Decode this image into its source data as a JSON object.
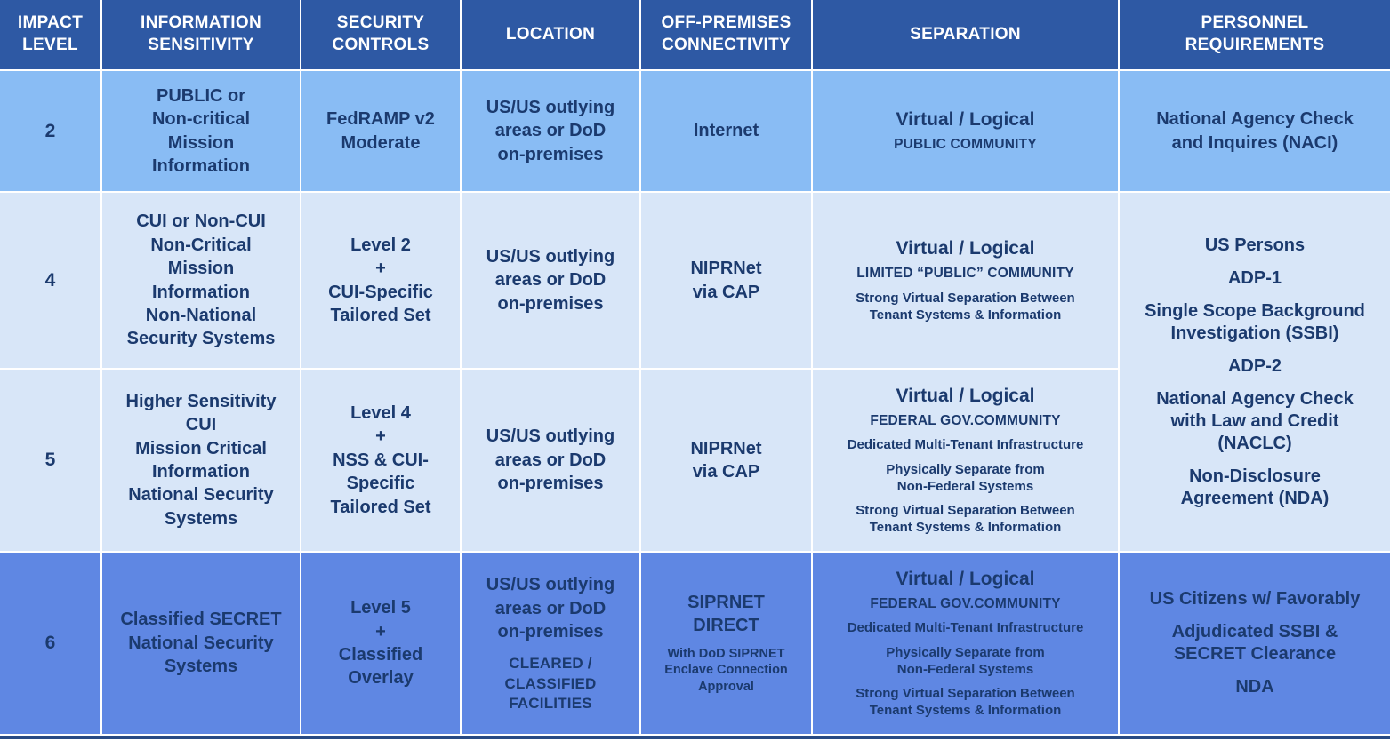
{
  "colors": {
    "header_bg": "#2E59A4",
    "header_text": "#FFFFFF",
    "row_il2_bg": "#89BCF4",
    "row_il45_bg": "#D8E6F8",
    "row_il6_bg": "#5F87E3",
    "cell_text": "#1B3A6E",
    "grid_line": "#FFFFFF",
    "bottom_bar": "#284A85"
  },
  "table": {
    "headers": {
      "impact_level": "IMPACT\nLEVEL",
      "information_sensitivity": "INFORMATION\nSENSITIVITY",
      "security_controls": "SECURITY\nCONTROLS",
      "location": "LOCATION",
      "off_premises_connectivity": "OFF-PREMISES\nCONNECTIVITY",
      "separation": "SEPARATION",
      "personnel_requirements": "PERSONNEL\nREQUIREMENTS"
    },
    "rows": [
      {
        "impact_level": "2",
        "information_sensitivity": "PUBLIC or\nNon-critical\nMission\nInformation",
        "security_controls": "FedRAMP v2\nModerate",
        "location_main": "US/US outlying\nareas or DoD\non-premises",
        "off_premises_main": "Internet",
        "separation": {
          "title": "Virtual / Logical",
          "community": "PUBLIC COMMUNITY"
        },
        "personnel": "National Agency Check\nand Inquires (NACI)"
      },
      {
        "impact_level": "4",
        "information_sensitivity": "CUI or Non-CUI\nNon-Critical\nMission\nInformation\nNon-National\nSecurity Systems",
        "security_controls": "Level 2\n+\nCUI-Specific\nTailored Set",
        "location_main": "US/US outlying\nareas or DoD\non-premises",
        "off_premises_main": "NIPRNet\nvia CAP",
        "separation": {
          "title": "Virtual / Logical",
          "community": "LIMITED “PUBLIC” COMMUNITY",
          "details": [
            "Strong Virtual Separation Between\nTenant Systems & Information"
          ]
        }
      },
      {
        "impact_level": "5",
        "information_sensitivity": "Higher Sensitivity\nCUI\nMission Critical\nInformation\nNational Security\nSystems",
        "security_controls": "Level 4\n+\nNSS & CUI-\nSpecific\nTailored Set",
        "location_main": "US/US outlying\nareas or DoD\non-premises",
        "off_premises_main": "NIPRNet\nvia CAP",
        "separation": {
          "title": "Virtual / Logical",
          "community": "FEDERAL GOV.COMMUNITY",
          "details": [
            "Dedicated Multi-Tenant Infrastructure",
            "Physically Separate from\nNon-Federal Systems",
            "Strong Virtual Separation Between\nTenant Systems & Information"
          ]
        }
      },
      {
        "impact_level": "6",
        "information_sensitivity": "Classified SECRET\nNational Security\nSystems",
        "security_controls": "Level 5\n+\nClassified\nOverlay",
        "location_main": "US/US outlying\nareas or DoD\non-premises",
        "location_secondary": "CLEARED /\nCLASSIFIED\nFACILITIES",
        "off_premises_main": "SIPRNET\nDIRECT",
        "off_premises_note": "With DoD SIPRNET\nEnclave Connection\nApproval",
        "separation": {
          "title": "Virtual / Logical",
          "community": "FEDERAL GOV.COMMUNITY",
          "details": [
            "Dedicated Multi-Tenant Infrastructure",
            "Physically Separate from\nNon-Federal Systems",
            "Strong Virtual Separation Between\nTenant Systems & Information"
          ]
        },
        "personnel_items": [
          "US Citizens w/ Favorably",
          "Adjudicated SSBI &\nSECRET Clearance",
          "NDA"
        ]
      }
    ],
    "personnel_45_items": [
      "US Persons",
      "ADP-1",
      "Single Scope Background\nInvestigation (SSBI)",
      "ADP-2",
      "National Agency Check\nwith Law and Credit\n(NACLC)",
      "Non-Disclosure\nAgreement (NDA)"
    ]
  },
  "chart_data": {
    "type": "table",
    "columns": [
      "IMPACT LEVEL",
      "INFORMATION SENSITIVITY",
      "SECURITY CONTROLS",
      "LOCATION",
      "OFF-PREMISES CONNECTIVITY",
      "SEPARATION",
      "PERSONNEL REQUIREMENTS"
    ],
    "rows": [
      [
        "2",
        "PUBLIC or Non-critical Mission Information",
        "FedRAMP v2 Moderate",
        "US/US outlying areas or DoD on-premises",
        "Internet",
        "Virtual / Logical; PUBLIC COMMUNITY",
        "National Agency Check and Inquires (NACI)"
      ],
      [
        "4",
        "CUI or Non-CUI Non-Critical Mission Information Non-National Security Systems",
        "Level 2 + CUI-Specific Tailored Set",
        "US/US outlying areas or DoD on-premises",
        "NIPRNet via CAP",
        "Virtual / Logical; LIMITED “PUBLIC” COMMUNITY; Strong Virtual Separation Between Tenant Systems & Information",
        "US Persons; ADP-1; Single Scope Background Investigation (SSBI); ADP-2; National Agency Check with Law and Credit (NACLC); Non-Disclosure Agreement (NDA)"
      ],
      [
        "5",
        "Higher Sensitivity CUI Mission Critical Information National Security Systems",
        "Level 4 + NSS & CUI-Specific Tailored Set",
        "US/US outlying areas or DoD on-premises",
        "NIPRNet via CAP",
        "Virtual / Logical; FEDERAL GOV.COMMUNITY; Dedicated Multi-Tenant Infrastructure; Physically Separate from Non-Federal Systems; Strong Virtual Separation Between Tenant Systems & Information",
        "US Persons; ADP-1; Single Scope Background Investigation (SSBI); ADP-2; National Agency Check with Law and Credit (NACLC); Non-Disclosure Agreement (NDA)"
      ],
      [
        "6",
        "Classified SECRET National Security Systems",
        "Level 5 + Classified Overlay",
        "US/US outlying areas or DoD on-premises; CLEARED / CLASSIFIED FACILITIES",
        "SIPRNET DIRECT; With DoD SIPRNET Enclave Connection Approval",
        "Virtual / Logical; FEDERAL GOV.COMMUNITY; Dedicated Multi-Tenant Infrastructure; Physically Separate from Non-Federal Systems; Strong Virtual Separation Between Tenant Systems & Information",
        "US Citizens w/ Favorably Adjudicated SSBI & SECRET Clearance; NDA"
      ]
    ],
    "layout_hints": {
      "merged_cells": "PERSONNEL REQUIREMENTS cell is merged (shared) across impact levels 4 and 5",
      "grid": "white gridlines",
      "row_banding": [
        "medium-blue",
        "pale-blue",
        "pale-blue",
        "medium-dark-blue"
      ]
    }
  }
}
